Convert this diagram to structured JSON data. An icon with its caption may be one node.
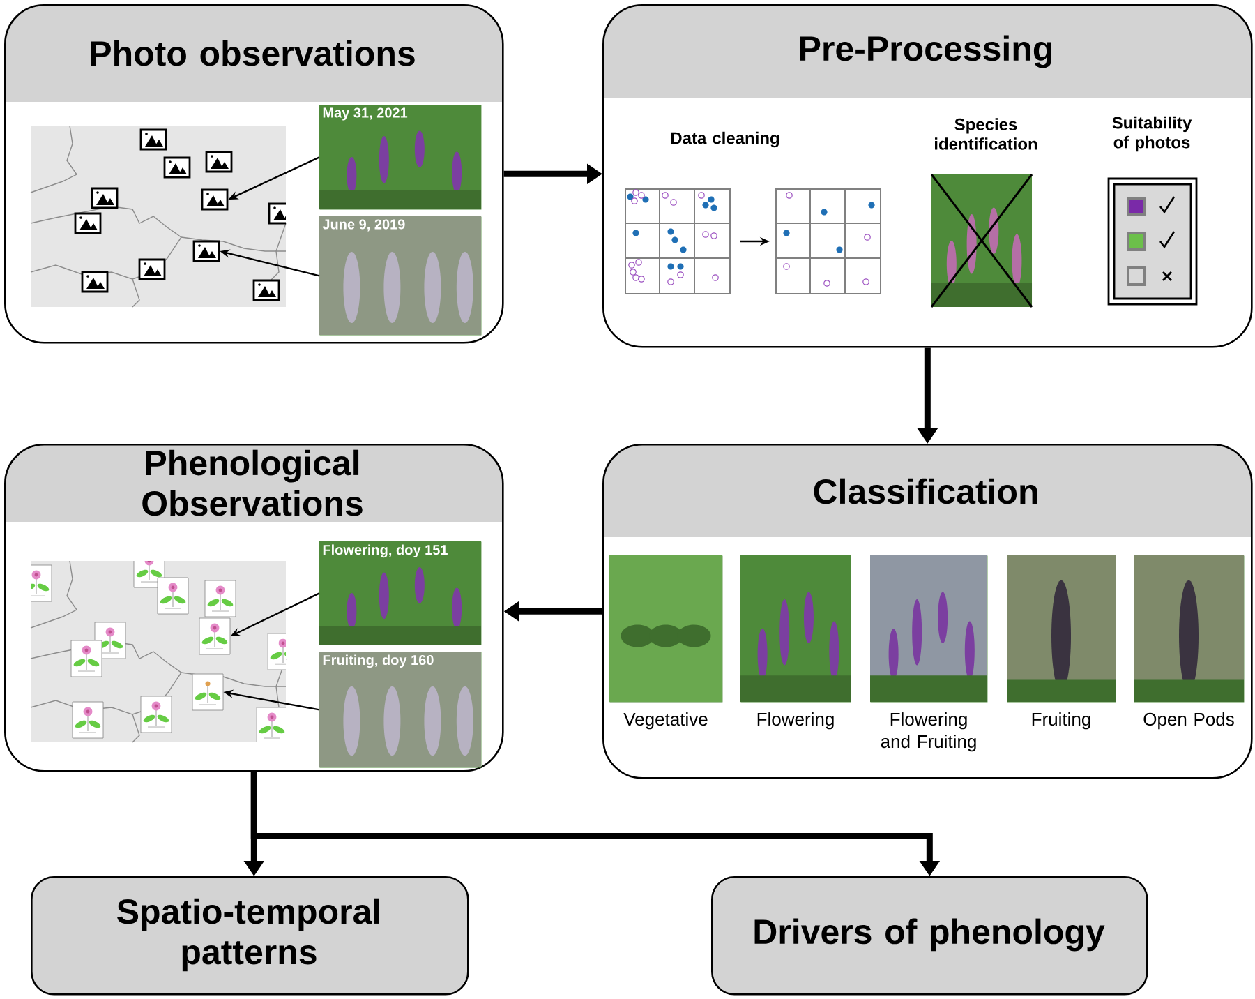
{
  "diagram": {
    "nodes": [
      {
        "text": [
          "Photo observations"
        ]
      },
      {
        "text": [
          "Pre-Processing",
          "Data cleaning",
          "Species identification",
          "Suitability of photos"
        ]
      },
      {
        "text": [
          "Classification"
        ]
      },
      {
        "text": [
          "Phenological Observations"
        ]
      },
      {
        "text": [
          "Spatio-temporal patterns"
        ]
      },
      {
        "text": [
          "Drivers of phenology"
        ]
      },
      {
        "text": [
          "May 31, 2021"
        ],
        "in": 0
      },
      {
        "text": [
          "June 9, 2019"
        ],
        "in": 0
      },
      {
        "text": [],
        "shape": "picture",
        "in": 0
      },
      {
        "text": [],
        "shape": "picture",
        "in": 0
      },
      {
        "text": [],
        "shape": "picture",
        "in": 1
      },
      {
        "text": [],
        "shape": "picture",
        "in": 1
      },
      {
        "text": [
          "Flowering, doy 151"
        ],
        "in": 3
      },
      {
        "text": [
          "Fruiting, doy 160"
        ],
        "in": 3
      },
      {
        "text": [],
        "shape": "picture",
        "in": 3
      },
      {
        "text": [],
        "shape": "picture",
        "in": 3
      },
      {
        "text": [],
        "shape": "picture",
        "in": 2,
        "beside": [
          "Vegetative"
        ]
      },
      {
        "text": [],
        "shape": "picture",
        "in": 2,
        "beside": [
          "Flowering"
        ]
      },
      {
        "text": [],
        "shape": "picture",
        "in": 2,
        "beside": [
          "Flowering and Fruiting"
        ]
      },
      {
        "text": [],
        "shape": "picture",
        "in": 2,
        "beside": [
          "Fruiting"
        ]
      },
      {
        "text": [],
        "shape": "picture",
        "in": 2,
        "beside": [
          "Open Pods"
        ]
      }
    ],
    "edges": [
      {
        "from": 0,
        "to": 1,
        "arrow": "to",
        "style": "thick"
      },
      {
        "from": 1,
        "to": 2,
        "arrow": "to",
        "style": "thick"
      },
      {
        "from": 2,
        "to": 3,
        "arrow": "to",
        "style": "thick"
      },
      {
        "from": 3,
        "to": 4,
        "arrow": "to",
        "style": "thick"
      },
      {
        "from": 3,
        "to": 5,
        "arrow": "to",
        "style": "thick"
      },
      {
        "from": 6,
        "to": 8,
        "arrow": "to"
      },
      {
        "from": 7,
        "to": 9,
        "arrow": "to"
      },
      {
        "from": 10,
        "to": 11,
        "arrow": "to"
      },
      {
        "from": 12,
        "to": 14,
        "arrow": "to"
      },
      {
        "from": 13,
        "to": 15,
        "arrow": "to"
      }
    ]
  }
}
